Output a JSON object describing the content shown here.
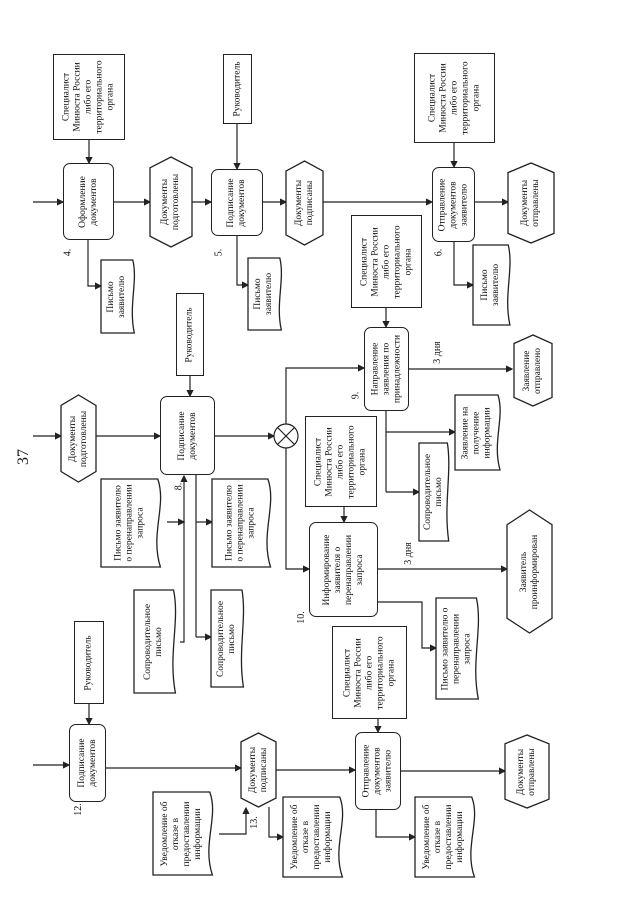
{
  "page_number": "37",
  "nodes": {
    "spec_a": "Специалист Минюста России либо его территориального органа",
    "step4": "Оформление документов",
    "docs_prepared_1": "Документы подготовлены",
    "step5": "Подписание документов",
    "head_1": "Руководитель",
    "docs_signed_1": "Документы подписаны",
    "spec_c": "Специалист Минюста России либо его территориального органа",
    "step6": "Отправление документов заявителю",
    "docs_sent_1": "Документы отправлены",
    "letter_4": "Письмо заявителю",
    "letter_5": "Письмо заявителю",
    "letter_6": "Письмо заявителю",
    "spec_d": "Специалист Минюста России либо его территориального органа",
    "docs_prepared_2": "Документы подготовлены",
    "head_2": "Руководитель",
    "step8": "Подписание документов",
    "redirect_letter_in": "Письмо заявителю о перенаправлении запроса",
    "redirect_letter_out": "Письмо заявителю о перенаправлении запроса",
    "cover_letter_in": "Сопроводительное письмо",
    "cover_letter_out": "Сопроводительное письмо",
    "step9": "Направление заявления по принадлежности",
    "application_sent": "Заявление отправлено",
    "info_request": "Заявление на получение информации",
    "cover_letter_9": "Сопроводительное письмо",
    "spec_e": "Специалист Минюста России либо его территориального органа",
    "step10": "Информирование заявителя о перенаправлении запроса",
    "applicant_informed": "Заявитель проинформирован",
    "redirect_letter_10": "Письмо заявителю о перенаправлении запроса",
    "head_3": "Руководитель",
    "step12": "Подписание документов",
    "docs_signed_3": "Документы подписаны",
    "refusal_in": "Уведомление об отказе в предоставлении информации",
    "refusal_13": "Уведомление об отказе в предоставлении информации",
    "spec_f": "Специалист Минюста России либо его территориального органа",
    "step_send_3": "Отправление документов заявителю",
    "docs_sent_3": "Документы отправлены",
    "refusal_out": "Уведомление об отказе в предоставлении информации"
  },
  "labels": {
    "n4": "4.",
    "n5": "5.",
    "n6": "6.",
    "n8": "8.",
    "n9": "9.",
    "n10": "10.",
    "n12": "12.",
    "n13": "13.",
    "days_9": "3 дня",
    "days_10": "3 дня"
  }
}
